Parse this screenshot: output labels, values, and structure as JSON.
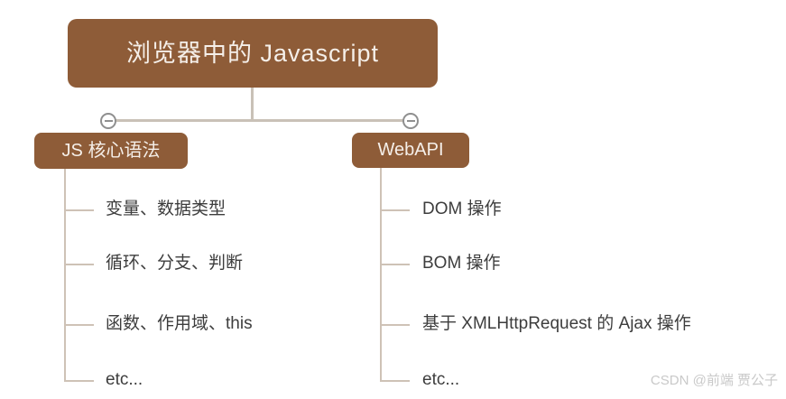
{
  "theme": {
    "background": "#ffffff",
    "node_bg": "#8e5c38",
    "node_text": "#f5efe9",
    "connector_color": "#c9c1b7",
    "branch_line_color": "#cec2b6",
    "item_text_color": "#3d3d3d",
    "collapse_icon_color": "#8f8f8f",
    "watermark_color": "#c9c9c9"
  },
  "root": {
    "label": "浏览器中的 Javascript"
  },
  "branches": [
    {
      "label": "JS 核心语法",
      "collapse_icon": "minus-circle",
      "children": [
        "变量、数据类型",
        "循环、分支、判断",
        "函数、作用域、this",
        "etc..."
      ]
    },
    {
      "label": "WebAPI",
      "collapse_icon": "minus-circle",
      "children": [
        "DOM 操作",
        "BOM 操作",
        "基于 XMLHttpRequest 的 Ajax 操作",
        "etc..."
      ]
    }
  ],
  "watermark": "CSDN @前端 贾公子"
}
